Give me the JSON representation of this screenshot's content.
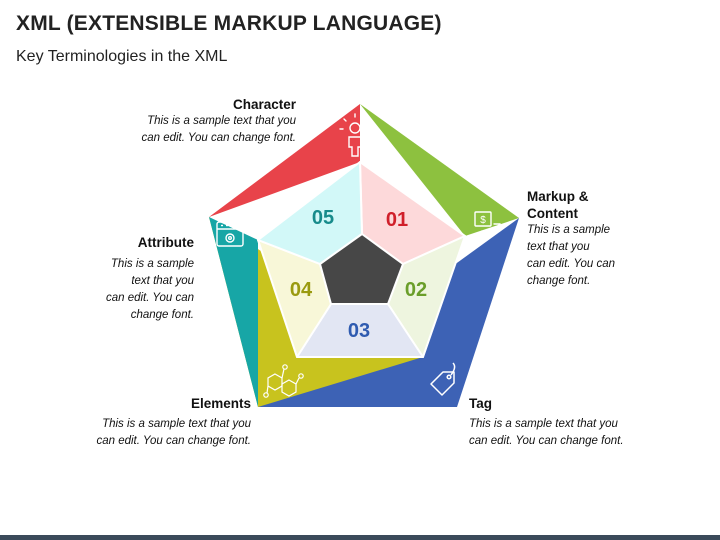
{
  "header": {
    "title": "XML (EXTENSIBLE MARKUP LANGUAGE)",
    "subtitle": "Key Terminologies in the XML"
  },
  "items": [
    {
      "number": "01",
      "title": "Character",
      "desc_lines": [
        "This is a sample text that you",
        "can edit. You can change font."
      ],
      "icon": "person-bulb-icon",
      "outer_color": "#e8434a",
      "inner_color": "#fdd9da",
      "number_color": "#d01f2a"
    },
    {
      "number": "02",
      "title_lines": [
        "Markup &",
        "Content"
      ],
      "desc_lines": [
        "This is a sample",
        "text that you",
        "can edit. You can",
        "change font."
      ],
      "icon": "money-growth-icon",
      "outer_color": "#8dc13f",
      "inner_color": "#eef5df",
      "number_color": "#6a9e2a"
    },
    {
      "number": "03",
      "title": "Tag",
      "desc_lines": [
        "This is a sample text that you",
        "can edit. You can change font."
      ],
      "icon": "tag-icon",
      "outer_color": "#3d62b5",
      "inner_color": "#e2e6f3",
      "number_color": "#2f5bb0"
    },
    {
      "number": "04",
      "title": "Elements",
      "desc_lines": [
        "This is a sample text that you",
        "can edit. You can change font."
      ],
      "icon": "molecule-icon",
      "outer_color": "#c8c31e",
      "inner_color": "#f8f7d8",
      "number_color": "#9a9a10"
    },
    {
      "number": "05",
      "title": "Attribute",
      "desc_lines": [
        "This is a sample",
        "text that you",
        "can edit. You can",
        "change font."
      ],
      "icon": "browser-settings-icon",
      "outer_color": "#17a6a6",
      "inner_color": "#d2f8f8",
      "number_color": "#178b8b"
    }
  ],
  "center_color": "#474747"
}
